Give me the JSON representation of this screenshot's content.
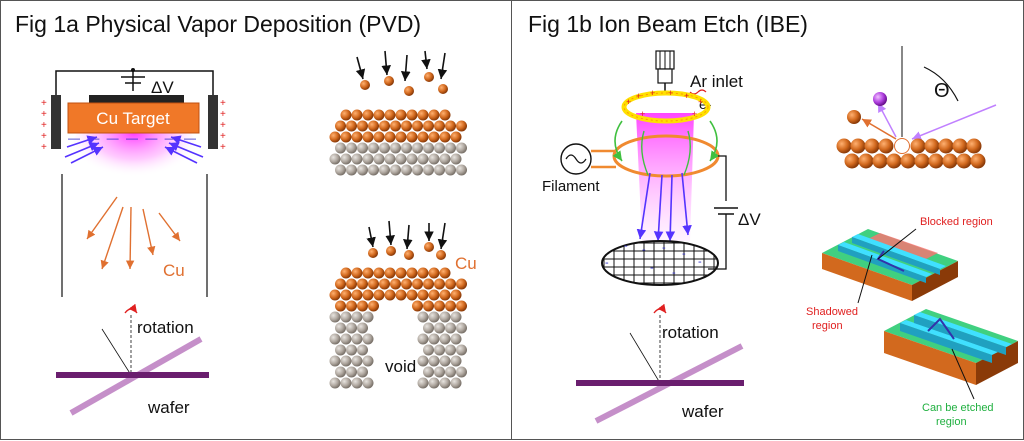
{
  "pvd": {
    "title": "Fig 1a Physical Vapor Deposition (PVD)",
    "target_label": "Cu Target",
    "voltage_label": "ΔV",
    "cu_label": "Cu",
    "cu_label_2": "Cu",
    "rotation_label": "rotation",
    "wafer_label": "wafer",
    "void_label": "void"
  },
  "ibe": {
    "title": "Fig 1b Ion Beam Etch (IBE)",
    "ar_inlet_label": "Ar inlet",
    "electron_label": "e-",
    "filament_label": "Filament",
    "voltage_label": "ΔV",
    "rotation_label": "rotation",
    "wafer_label": "wafer",
    "theta_label": "Θ",
    "blocked_label": "Blocked region",
    "shadowed_label_1": "Shadowed",
    "shadowed_label_2": "region",
    "etched_label_1": "Can be etched",
    "etched_label_2": "region"
  },
  "colors": {
    "copper": "#d2691e",
    "grey_atom": "#b0a8a0",
    "plasma": "#ff33ff",
    "wafer": "#6a1e6e",
    "wafer_tilt": "#c58fc9",
    "ion_arrow": "#5533ff",
    "red_text": "#e02020",
    "green_text": "#20b040"
  }
}
